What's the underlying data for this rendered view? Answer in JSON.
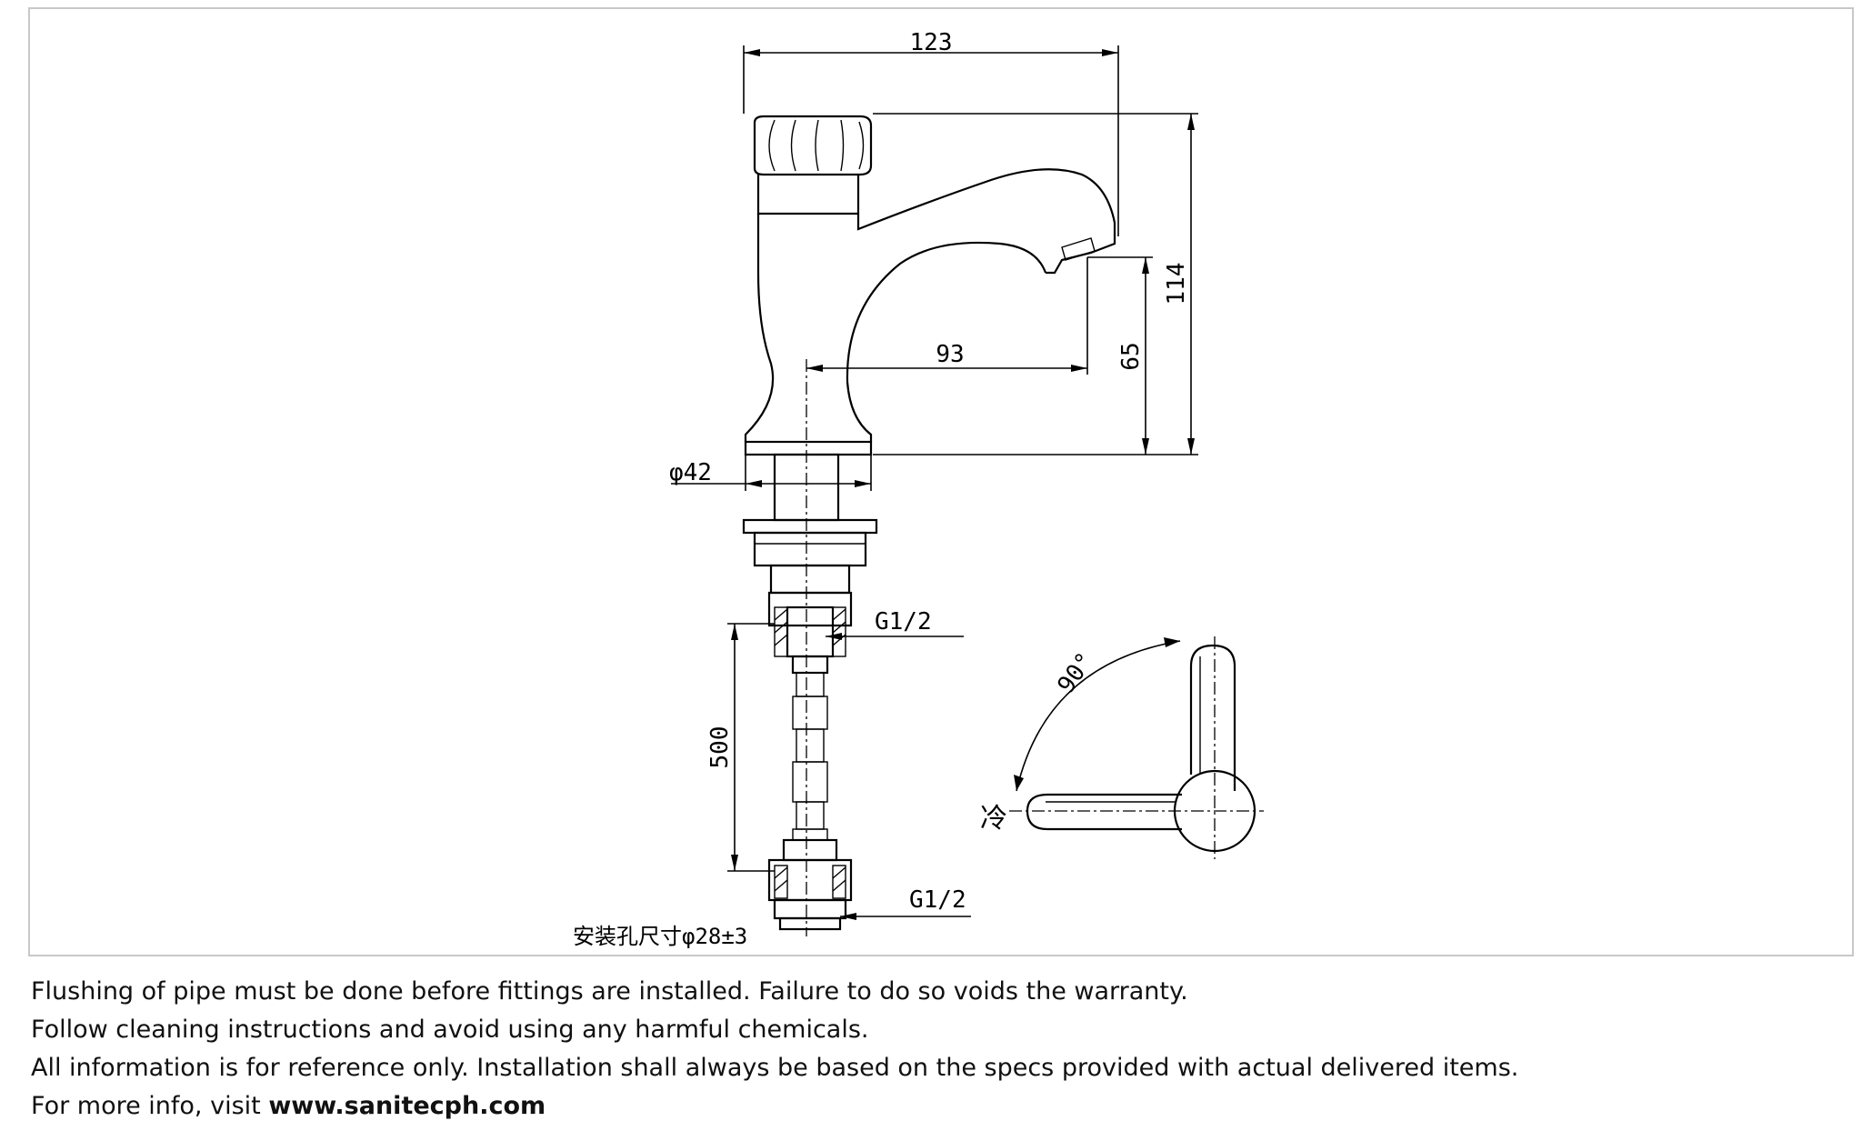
{
  "drawing": {
    "dimensions": {
      "width_top": "123",
      "height_total": "114",
      "spout_reach": "93",
      "spout_height": "65",
      "base_diameter": "φ42",
      "thread_top": "G1/2",
      "hose_length": "500",
      "thread_bottom": "G1/2",
      "mount_hole": "安装孔尺寸φ28±3",
      "handle_angle": "90°",
      "cold_label": "冷"
    }
  },
  "notes": {
    "line1": "Flushing of pipe must be done before fittings are installed. Failure to do so voids the warranty.",
    "line2": "Follow cleaning instructions and avoid using any harmful chemicals.",
    "line3": "All information is for reference only. Installation shall always be based on the specs provided with actual delivered items.",
    "line4_prefix": "For more info, visit ",
    "line4_link": "www.sanitecph.com"
  }
}
